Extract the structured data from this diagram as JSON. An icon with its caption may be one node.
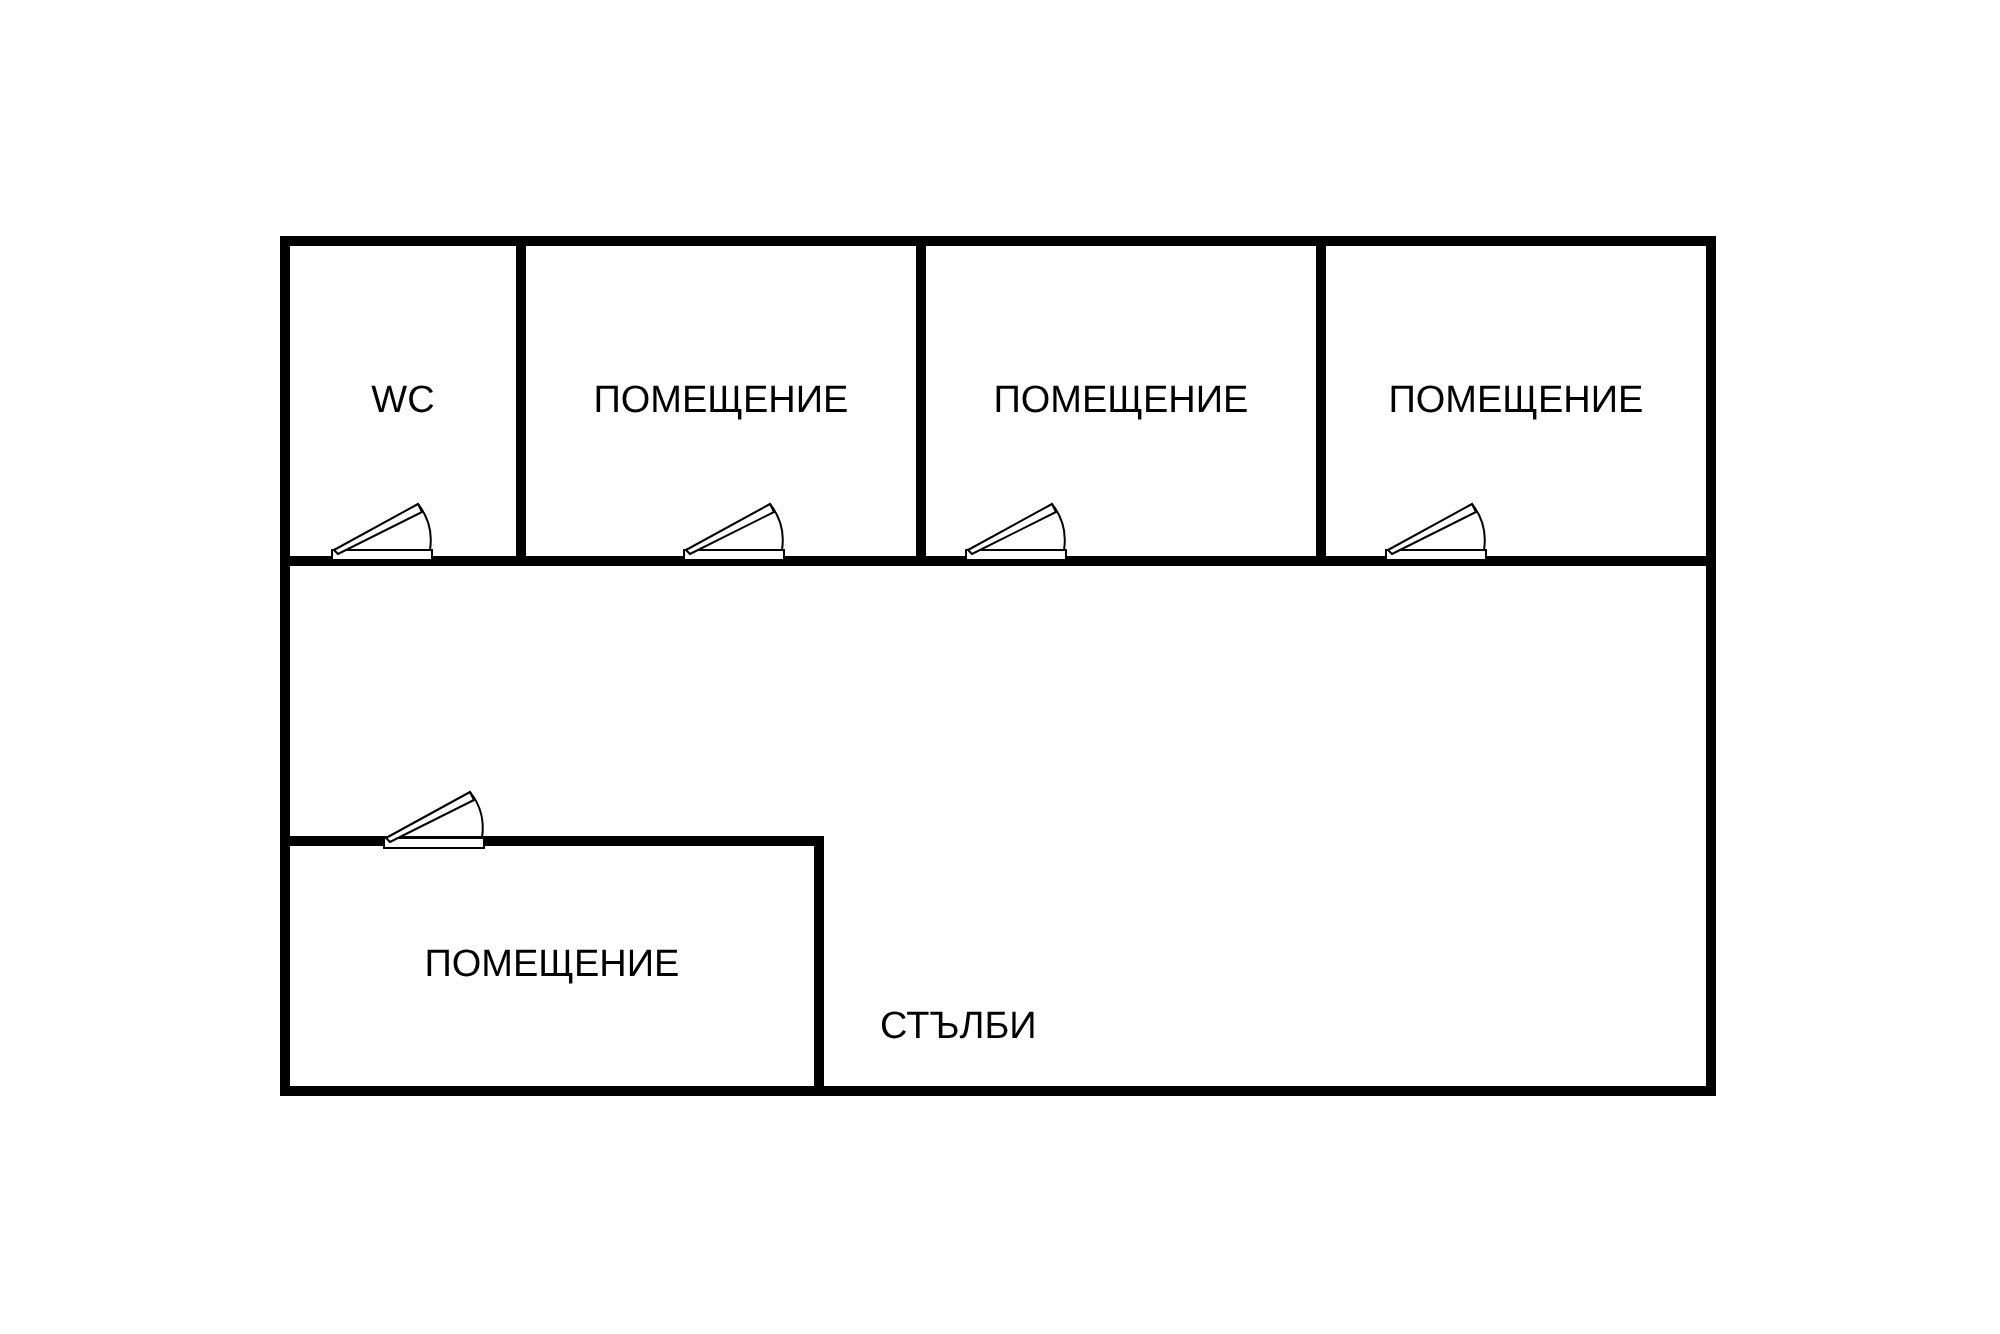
{
  "diagram": {
    "nodes": [
      {
        "text": [
          "СТЪЛБИ"
        ]
      },
      {
        "text": [
          "WC"
        ],
        "in": 0
      },
      {
        "text": [
          "ПОМЕЩЕНИЕ"
        ],
        "in": 0
      },
      {
        "text": [
          "ПОМЕЩЕНИЕ"
        ],
        "in": 0
      },
      {
        "text": [
          "ПОМЕЩЕНИЕ"
        ],
        "in": 0
      },
      {
        "text": [
          "ПОМЕЩЕНИЕ"
        ],
        "in": 0
      }
    ]
  }
}
